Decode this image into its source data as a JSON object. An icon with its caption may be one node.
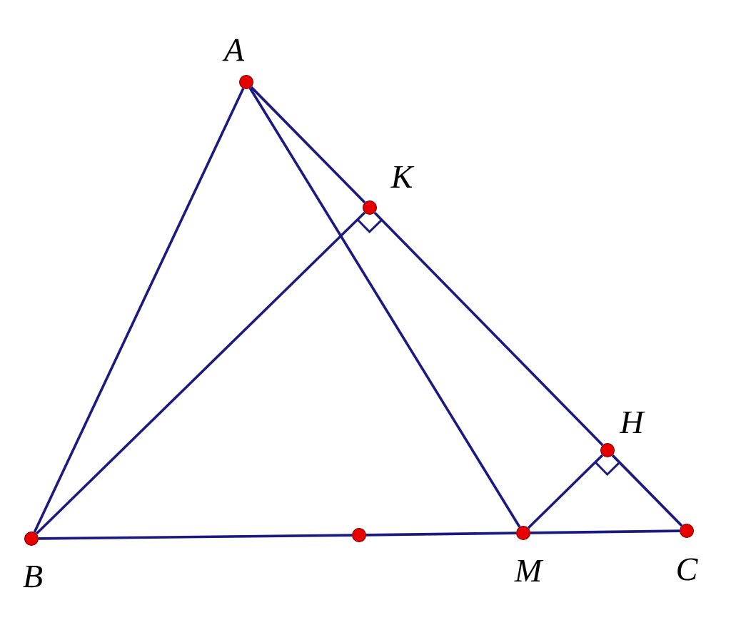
{
  "diagram": {
    "nodes": [
      {
        "text": [
          "A"
        ]
      },
      {
        "text": [
          "K"
        ]
      },
      {
        "text": [
          "H"
        ]
      },
      {
        "text": [
          "B"
        ]
      },
      {
        "text": [],
        "shape": "circle"
      },
      {
        "text": [
          "M"
        ]
      },
      {
        "text": [
          "C"
        ]
      }
    ],
    "edges": [
      {
        "from": 0,
        "to": 3,
        "arrow": "none"
      },
      {
        "from": 0,
        "to": 1,
        "arrow": "none"
      },
      {
        "from": 1,
        "to": 2,
        "arrow": "none"
      },
      {
        "from": 2,
        "to": 6,
        "arrow": "none"
      },
      {
        "from": 3,
        "to": 4,
        "arrow": "none"
      },
      {
        "from": 4,
        "to": 5,
        "arrow": "none"
      },
      {
        "from": 5,
        "to": 6,
        "arrow": "none"
      },
      {
        "from": 0,
        "to": 5,
        "arrow": "none"
      },
      {
        "from": 3,
        "to": 1,
        "arrow": "none"
      },
      {
        "from": 5,
        "to": 2,
        "arrow": "none"
      }
    ]
  }
}
